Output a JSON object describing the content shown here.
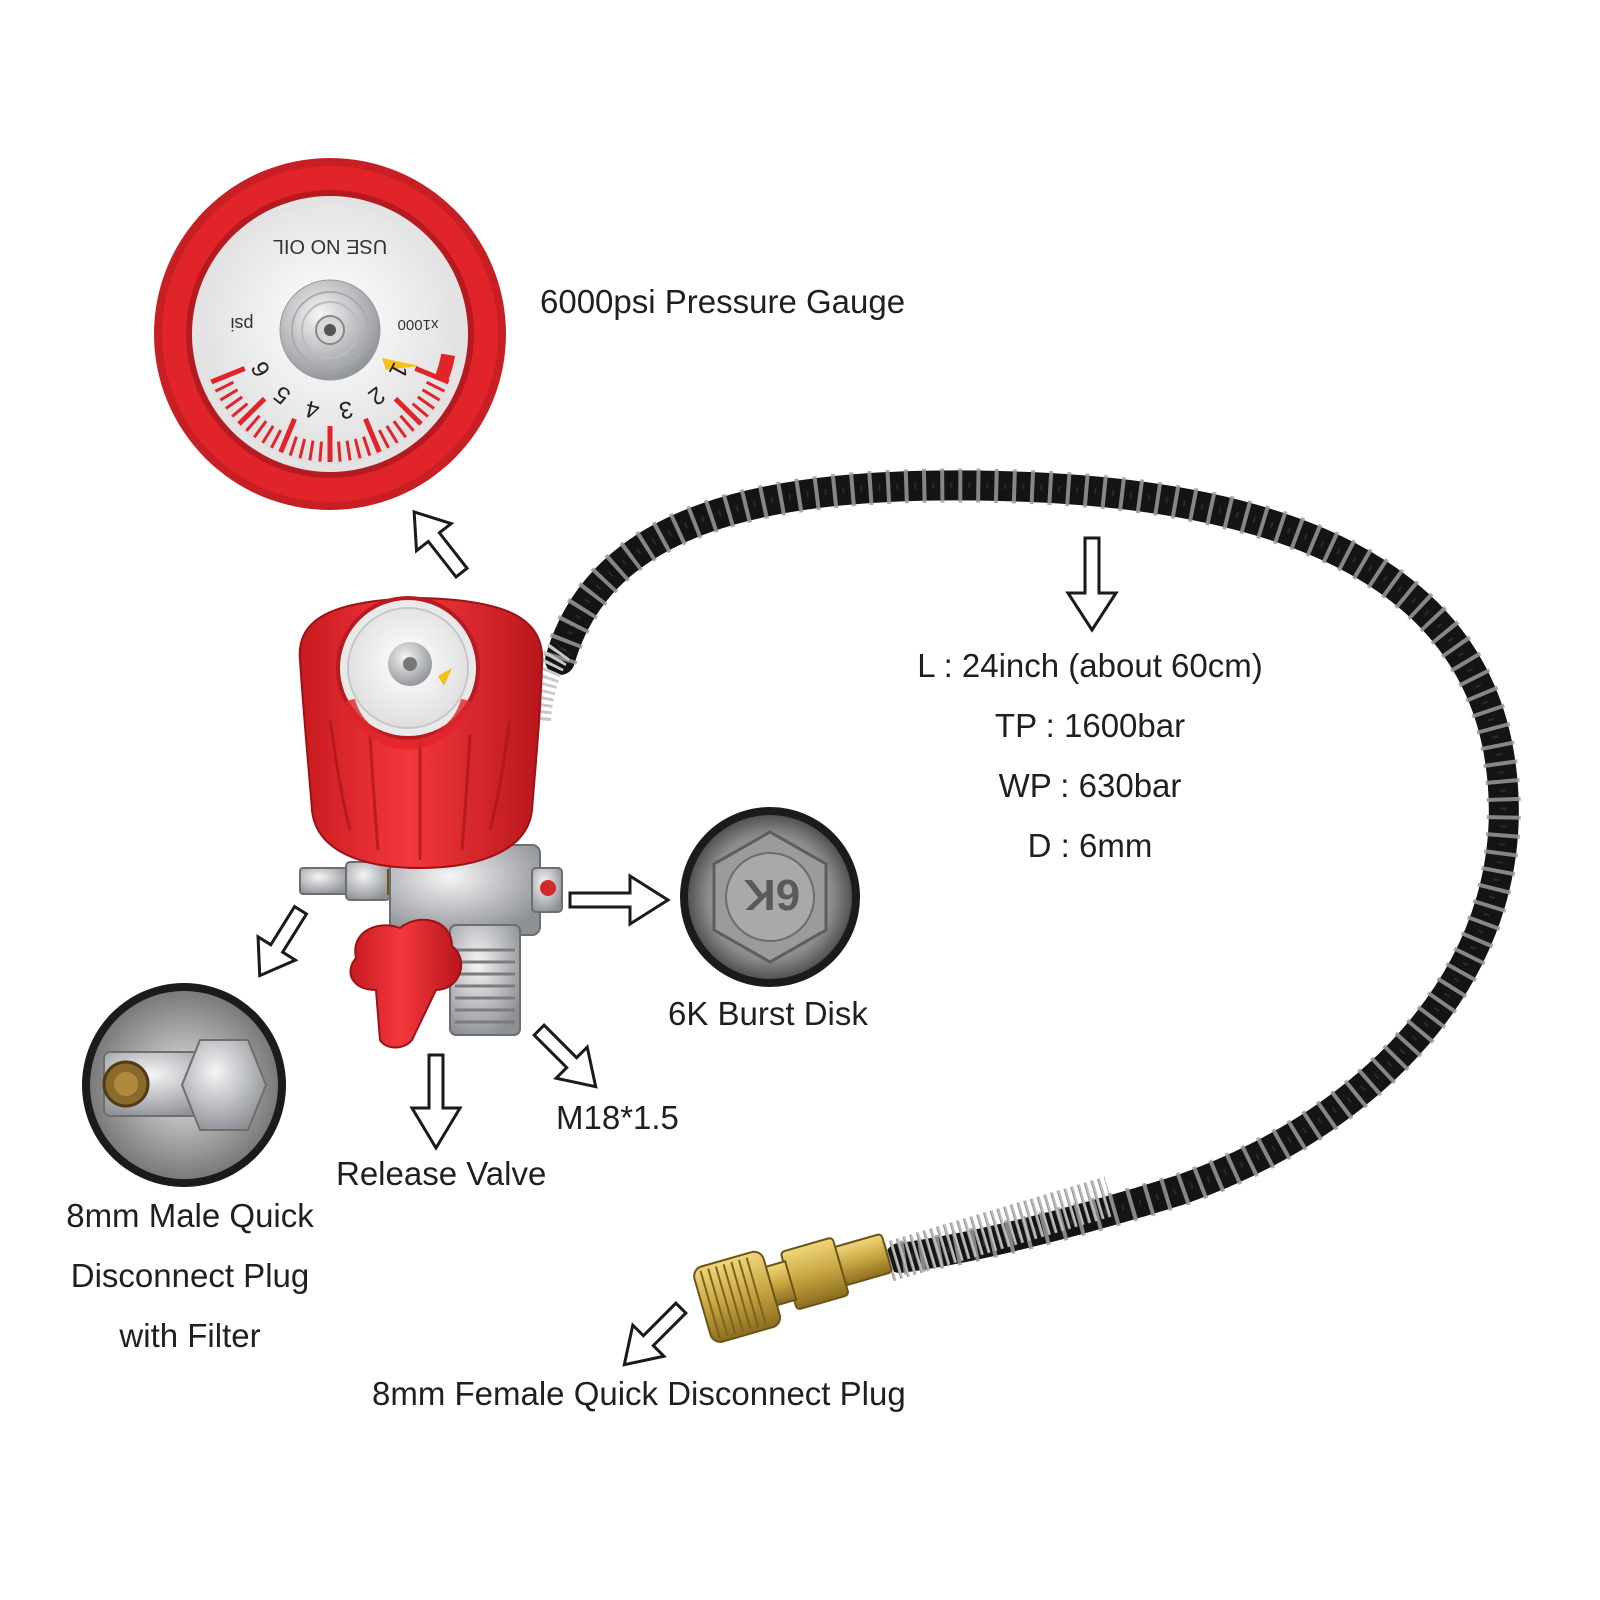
{
  "labels": {
    "gauge": "6000psi Pressure Gauge",
    "hose_length": "L : 24inch (about 60cm)",
    "hose_tp": "TP : 1600bar",
    "hose_wp": "WP : 630bar",
    "hose_d": "D : 6mm",
    "burst_disk": "6K Burst Disk",
    "thread": "M18*1.5",
    "release_valve": "Release Valve",
    "male_plug_line1": "8mm Male Quick",
    "male_plug_line2": "Disconnect Plug",
    "male_plug_line3": "with Filter",
    "female_plug": "8mm Female Quick Disconnect Plug"
  },
  "gauge_face": {
    "top_text": "USE NO OIL",
    "unit_text": "psi",
    "multiplier_text": "x1000",
    "scale_numbers": [
      "1",
      "2",
      "3",
      "4",
      "5",
      "6"
    ]
  },
  "burst_disk_mark": "6K",
  "colors": {
    "gauge_red": "#e0242a",
    "valve_red": "#e8262b",
    "hose_black": "#141414",
    "brass": "#c9a642",
    "steel": "#b9bcc0"
  }
}
